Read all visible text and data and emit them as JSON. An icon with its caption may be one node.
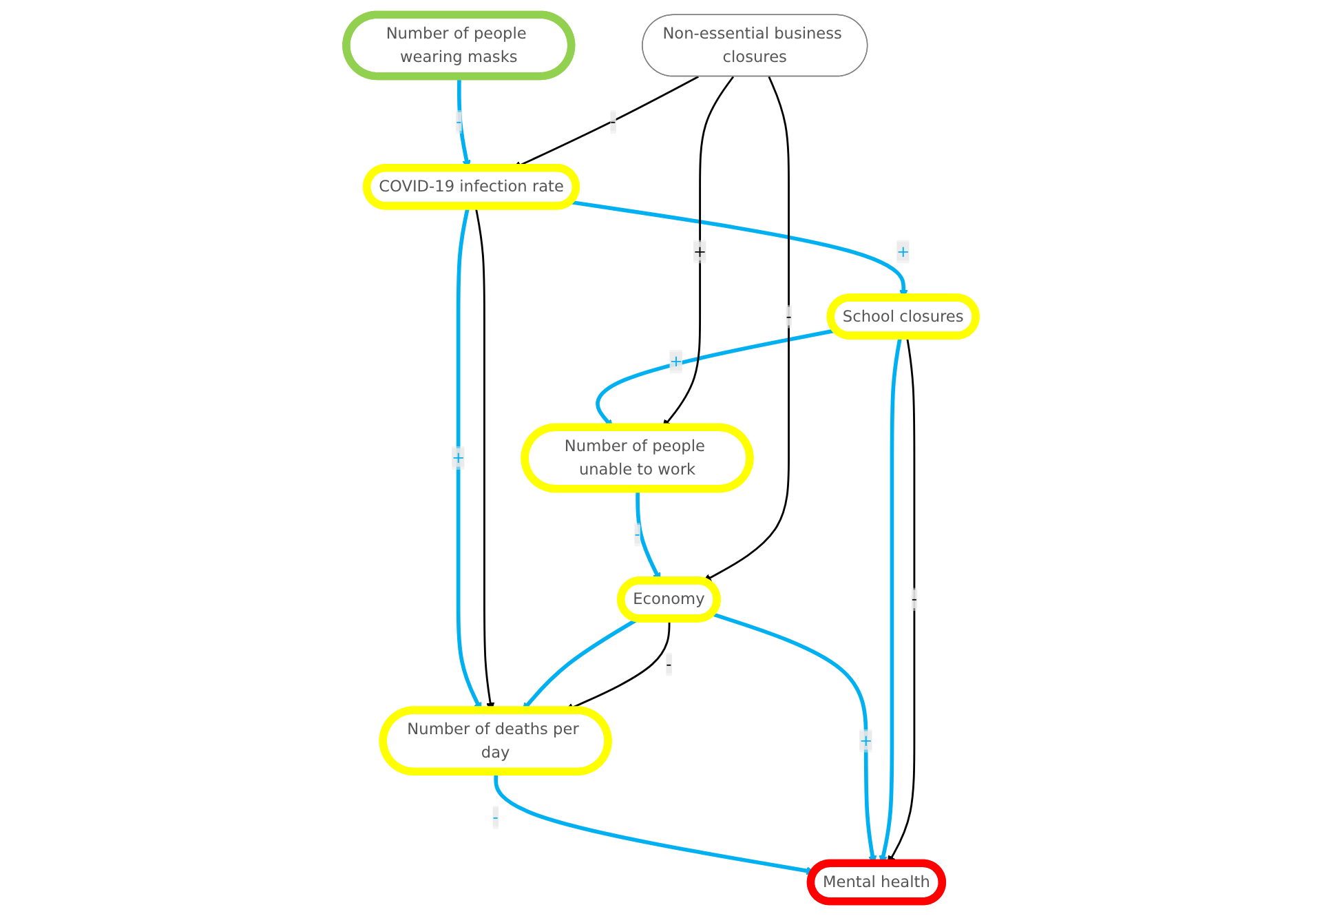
{
  "diagram": {
    "nodes": [
      {
        "text": [
          "School closures"
        ]
      },
      {
        "text": [
          "COVID-19 infection rate"
        ]
      },
      {
        "text": [
          "Number of people wearing masks"
        ]
      },
      {
        "text": [
          "Number of people unable to work"
        ]
      },
      {
        "text": [
          "Non-essential business closures"
        ]
      },
      {
        "text": [
          "Number of deaths per day"
        ]
      },
      {
        "text": [
          "Economy"
        ]
      },
      {
        "text": [
          "Mental health"
        ]
      }
    ],
    "edges": [
      {
        "from": 1,
        "to": 0,
        "arrow": "to",
        "label": "+"
      },
      {
        "from": 2,
        "to": 1,
        "arrow": "to",
        "label": "-"
      },
      {
        "from": 0,
        "to": 3,
        "arrow": "to",
        "label": "+"
      },
      {
        "from": 1,
        "to": 5,
        "arrow": "to",
        "label": "+"
      },
      {
        "from": 1,
        "to": 5,
        "arrow": "to",
        "color": "#000000"
      },
      {
        "from": 4,
        "to": 1,
        "arrow": "to",
        "label": "-",
        "color": "#000000"
      },
      {
        "from": 4,
        "to": 3,
        "arrow": "to",
        "label": "+",
        "color": "#000000"
      },
      {
        "from": 3,
        "to": 6,
        "arrow": "to",
        "label": "-"
      },
      {
        "from": 4,
        "to": 6,
        "arrow": "to",
        "label": "-",
        "color": "#000000"
      },
      {
        "from": 6,
        "to": 5,
        "arrow": "to"
      },
      {
        "from": 6,
        "to": 5,
        "arrow": "to",
        "label": "-",
        "color": "#000000"
      },
      {
        "from": 5,
        "to": 7,
        "arrow": "to",
        "label": "-"
      },
      {
        "from": 6,
        "to": 7,
        "arrow": "to",
        "label": "+"
      },
      {
        "from": 0,
        "to": 7,
        "arrow": "to"
      },
      {
        "from": 0,
        "to": 7,
        "arrow": "to",
        "label": "-",
        "color": "#000000"
      }
    ]
  }
}
